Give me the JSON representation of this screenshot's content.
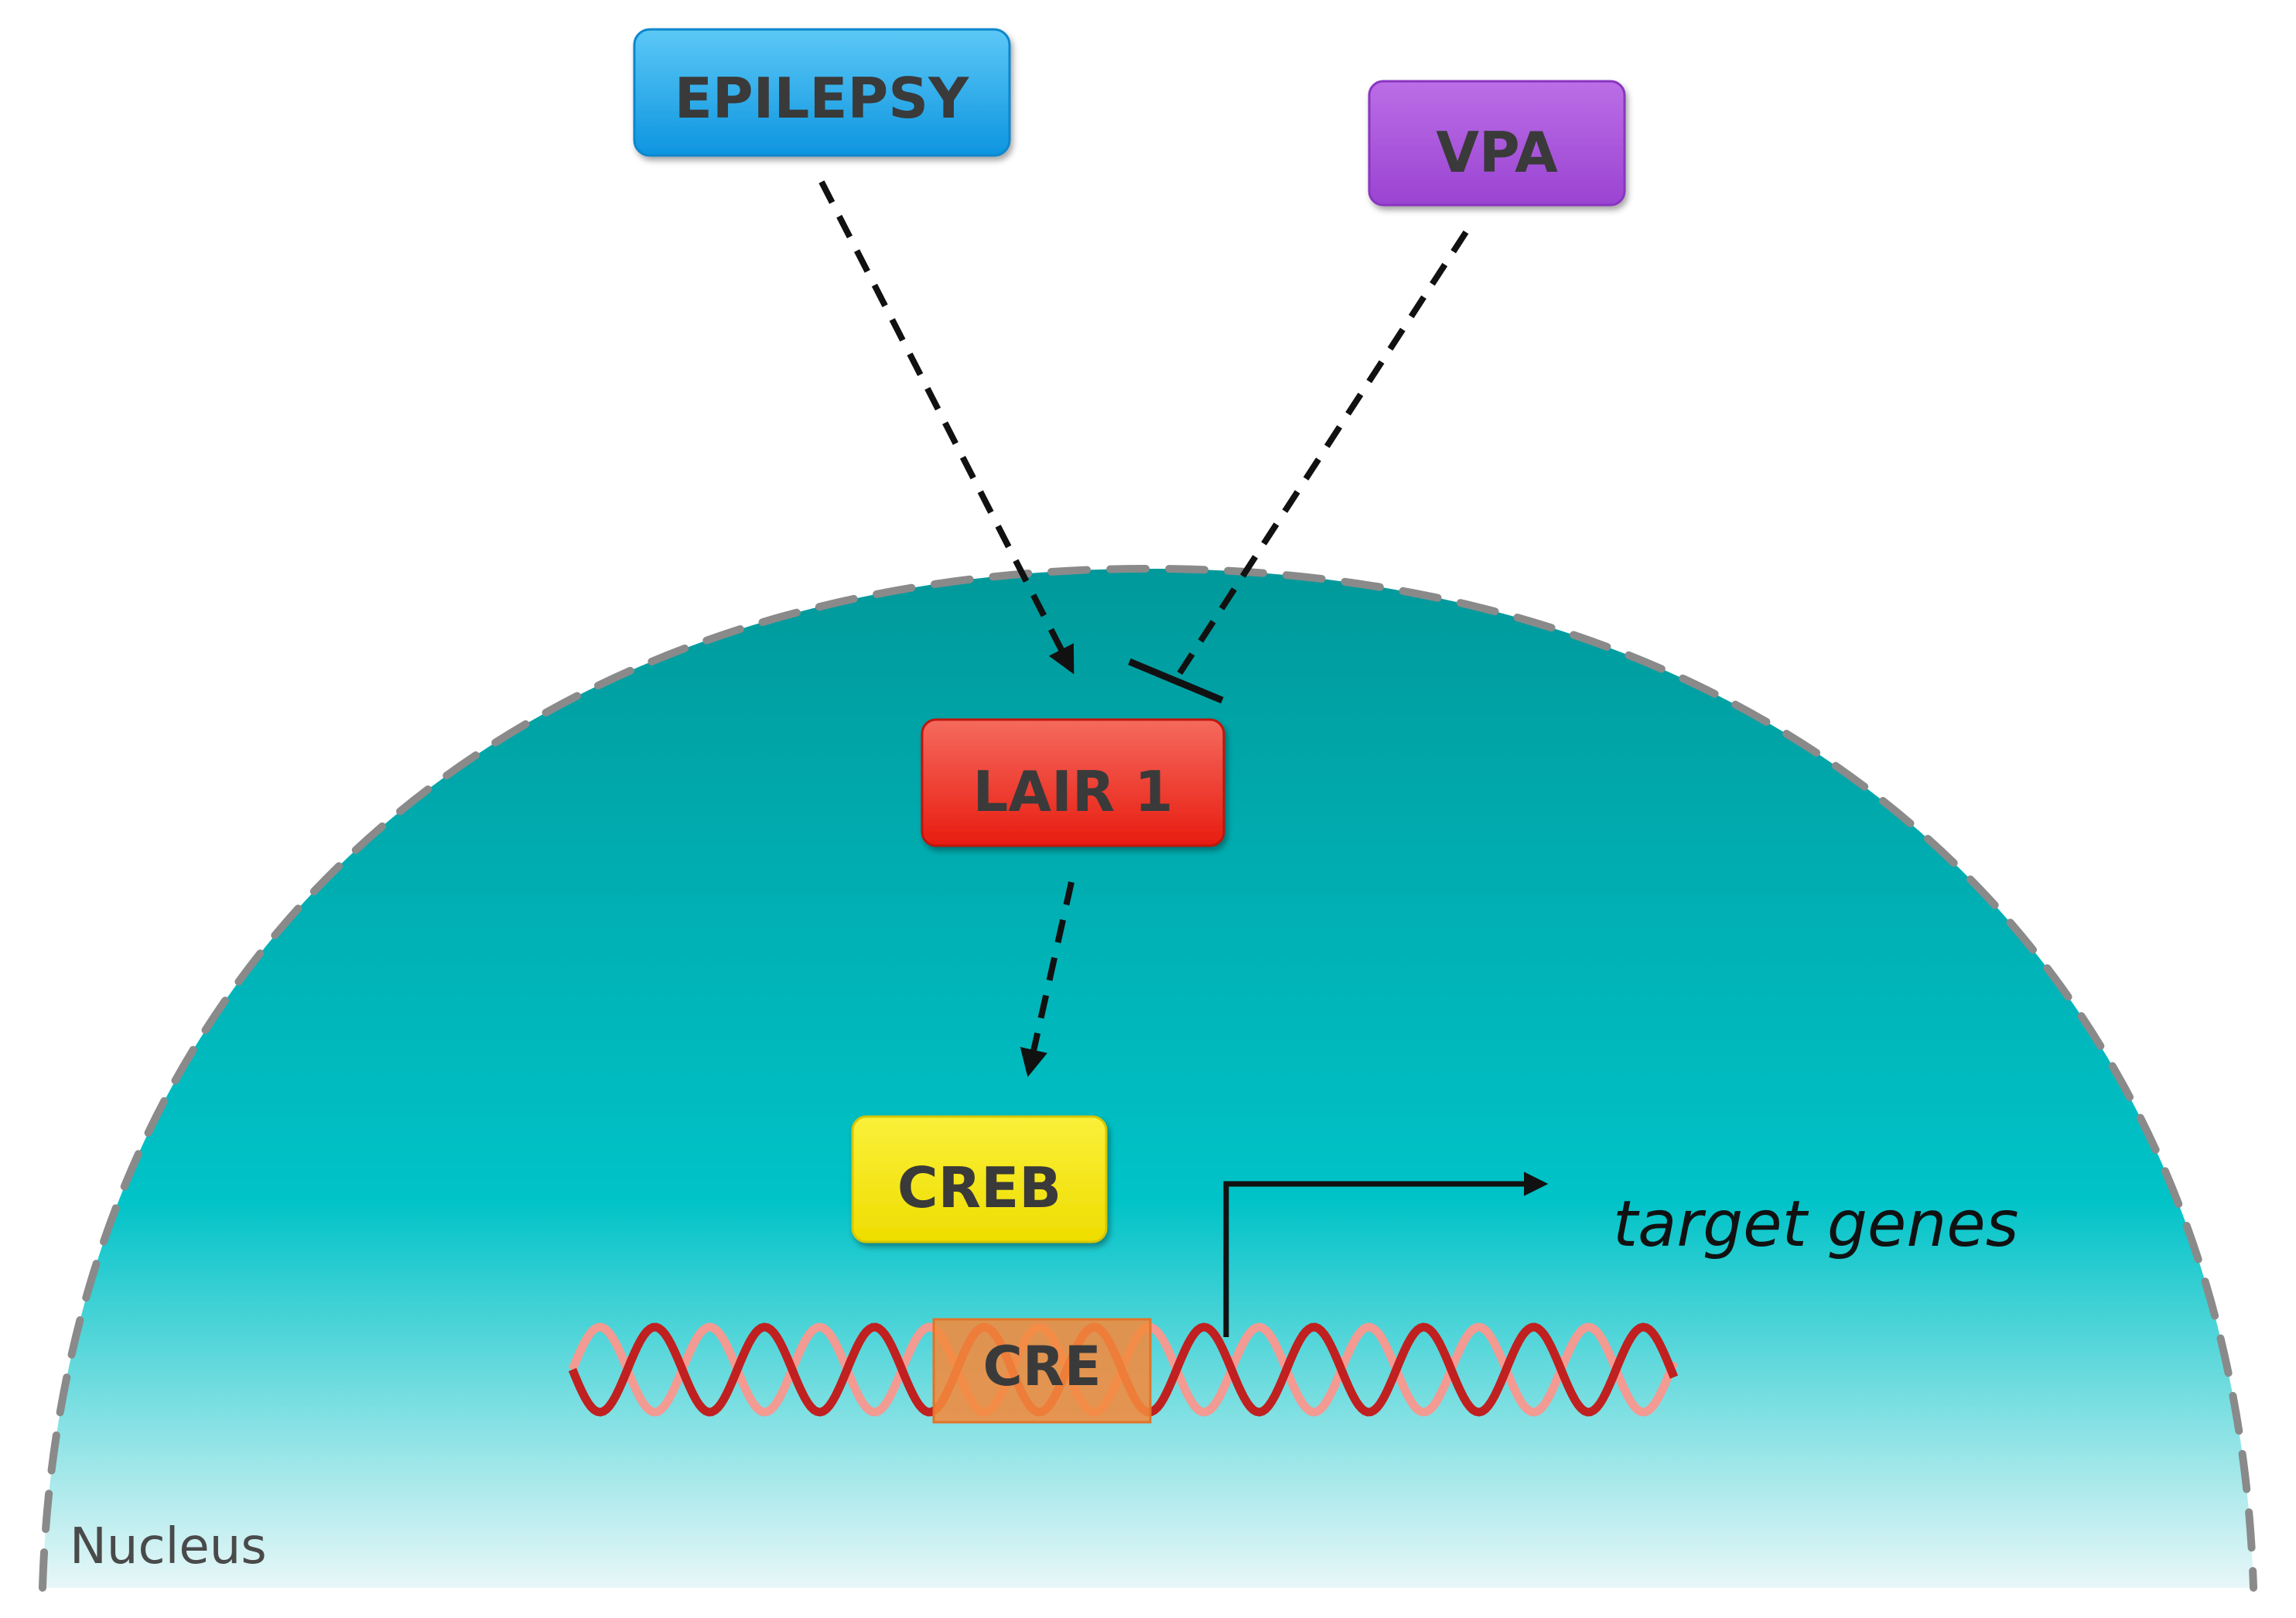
{
  "nodes": {
    "epilepsy": {
      "label": "EPILEPSY",
      "color": "#1aa6ea"
    },
    "vpa": {
      "label": "VPA",
      "color": "#a855dd"
    },
    "lair1": {
      "label": "LAIR 1",
      "color": "#ee2a1f"
    },
    "creb": {
      "label": "CREB",
      "color": "#f5ea1a"
    },
    "cre": {
      "label": "CRE",
      "color": "#f28a3c"
    }
  },
  "target_genes_label": "target genes",
  "nucleus_label": "Nucleus",
  "colors": {
    "nucleus_top": "#00999b",
    "nucleus_mid": "#00c3c8",
    "nucleus_bottom": "#e8f7f8",
    "nucleus_border": "#8a8a8a",
    "dna_dark": "#c0201f",
    "dna_light": "#f39a92",
    "arrow": "#111111"
  },
  "edges": [
    {
      "from": "EPILEPSY",
      "to": "LAIR 1",
      "type": "activation",
      "style": "dashed"
    },
    {
      "from": "VPA",
      "to": "LAIR 1",
      "type": "inhibition",
      "style": "dashed"
    },
    {
      "from": "LAIR 1",
      "to": "CREB",
      "type": "activation",
      "style": "dashed"
    },
    {
      "from": "CRE",
      "to": "target genes",
      "type": "transcription",
      "style": "solid"
    }
  ]
}
